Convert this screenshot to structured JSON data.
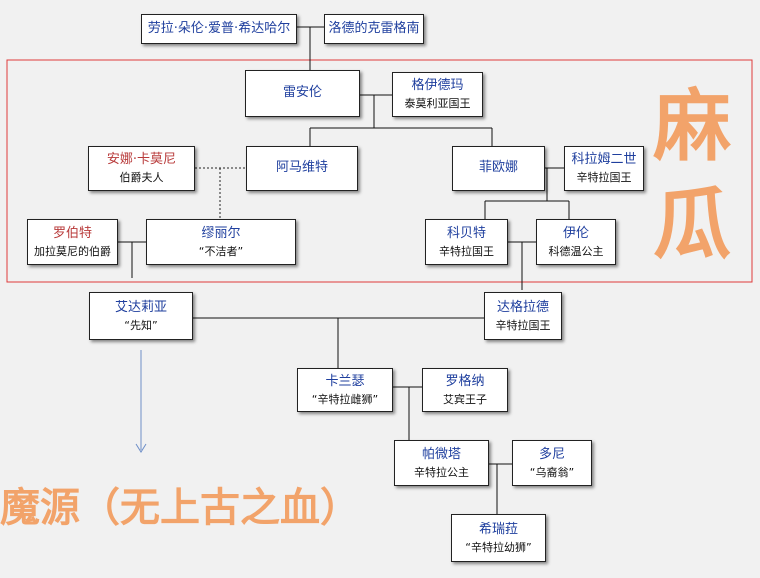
{
  "colors": {
    "background": "#f1f1f1",
    "box_border": "#222222",
    "name_blue": "#1f3f9e",
    "name_red": "#b83a3a",
    "highlight_frame": "#e03a3a",
    "orange_text": "#f2a36a",
    "arrow": "#6e8fc8"
  },
  "nodes": {
    "laura": {
      "name": "劳拉·朵伦·爱普·希达哈尔"
    },
    "lode": {
      "name": "洛德的克雷格南"
    },
    "leian": {
      "name": "雷安伦"
    },
    "geyidema": {
      "name": "格伊德玛",
      "title": "泰莫利亚国王"
    },
    "anna": {
      "name": "安娜·卡莫尼",
      "title": "伯爵夫人"
    },
    "amavit": {
      "name": "阿马维特"
    },
    "feiouna": {
      "name": "菲欧娜"
    },
    "kelamu": {
      "name": "科拉姆二世",
      "title": "辛特拉国王"
    },
    "luobote": {
      "name": "罗伯特",
      "title": "加拉莫尼的伯爵"
    },
    "miaolier": {
      "name": "缪丽尔",
      "title": "“不洁者”"
    },
    "kebeite": {
      "name": "科贝特",
      "title": "辛特拉国王"
    },
    "yilun": {
      "name": "伊伦",
      "title": "科德温公主"
    },
    "aidaliya": {
      "name": "艾达莉亚",
      "title": "“先知”"
    },
    "dagelade": {
      "name": "达格拉德",
      "title": "辛特拉国王"
    },
    "kalanse": {
      "name": "卡兰瑟",
      "title": "“辛特拉雌狮”"
    },
    "luogena": {
      "name": "罗格纳",
      "title": "艾宾王子"
    },
    "paweita": {
      "name": "帕微塔",
      "title": "辛特拉公主"
    },
    "duoni": {
      "name": "多尼",
      "title": "“乌裔翁”"
    },
    "xiruila": {
      "name": "希瑞菈",
      "title": "“辛特拉幼狮”"
    }
  },
  "labels": {
    "mafeng": "麻瓜",
    "moyuan": "魔源（无上古之血）"
  }
}
